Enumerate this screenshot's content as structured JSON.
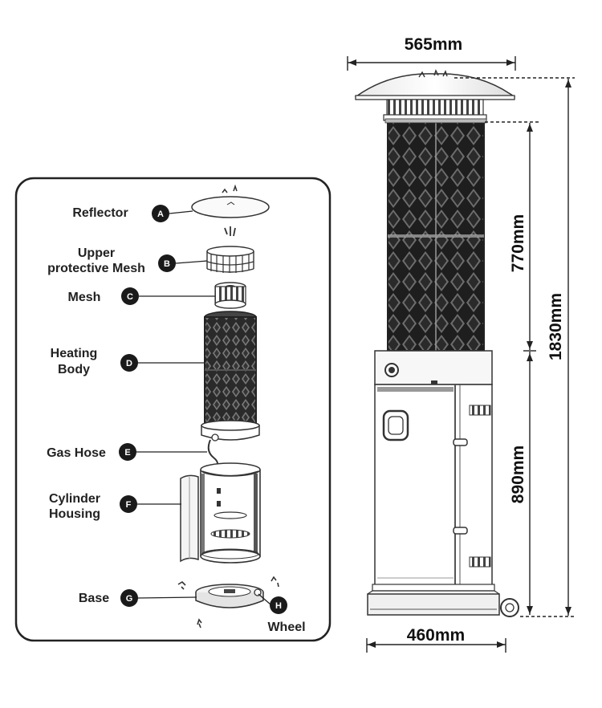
{
  "dimensions": {
    "top_width": "565mm",
    "base_width": "460mm",
    "height_total": "1830mm",
    "height_upper": "770mm",
    "height_lower": "890mm"
  },
  "parts": [
    {
      "letter": "A",
      "name_lines": [
        "Reflector"
      ]
    },
    {
      "letter": "B",
      "name_lines": [
        "Upper",
        "protective Mesh"
      ]
    },
    {
      "letter": "C",
      "name_lines": [
        "Mesh"
      ]
    },
    {
      "letter": "D",
      "name_lines": [
        "Heating",
        "Body"
      ]
    },
    {
      "letter": "E",
      "name_lines": [
        "Gas Hose"
      ]
    },
    {
      "letter": "F",
      "name_lines": [
        "Cylinder",
        "Housing"
      ]
    },
    {
      "letter": "G",
      "name_lines": [
        "Base"
      ]
    },
    {
      "letter": "H",
      "name_lines": [
        "Wheel"
      ]
    }
  ],
  "colors": {
    "line": "#222222",
    "badge": "#1a1a1a",
    "panel_border": "#222222"
  }
}
